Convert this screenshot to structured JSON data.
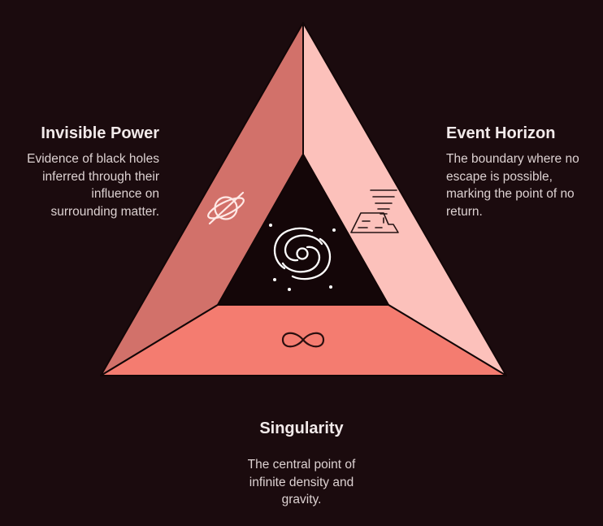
{
  "sections": {
    "invisible_power": {
      "title": "Invisible Power",
      "description": "Evidence of black holes\ninferred through their\ninfluence on\nsurrounding matter.",
      "icon": "no-planet-icon",
      "color": "#d2716a"
    },
    "event_horizon": {
      "title": "Event Horizon",
      "description": "The boundary where no\nescape is possible,\nmarking the point of no\nreturn.",
      "icon": "vortex-icon",
      "color": "#fcc1bb"
    },
    "singularity": {
      "title": "Singularity",
      "description": "The central point of\ninfinite density and\ngravity.",
      "icon": "infinity-icon",
      "color": "#f47c70"
    }
  },
  "center": {
    "icon": "galaxy-icon"
  },
  "colors": {
    "background": "#1b0b0e",
    "outline": "#120607"
  }
}
